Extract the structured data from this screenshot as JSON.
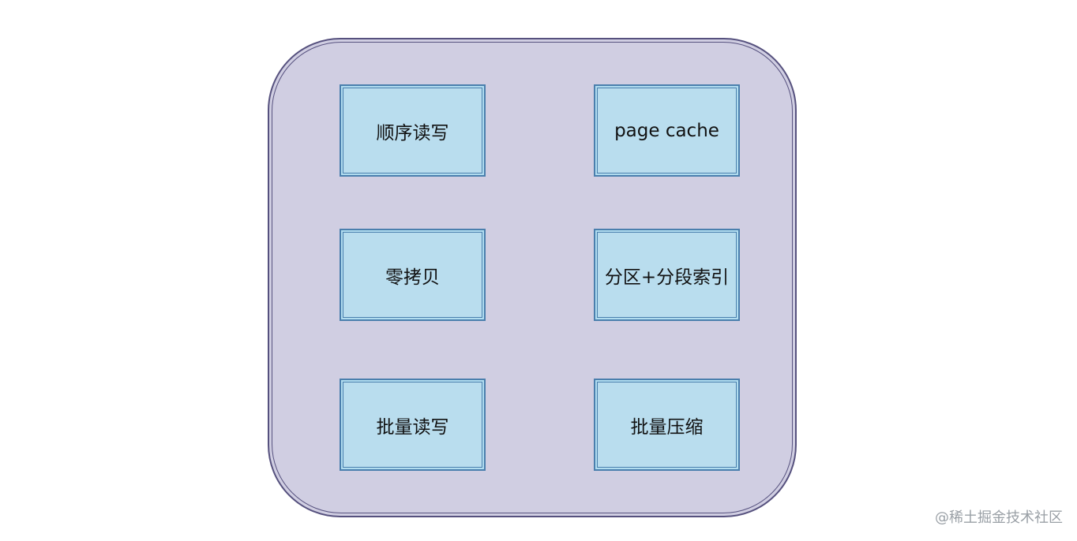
{
  "diagram": {
    "boxes": [
      {
        "label": "顺序读写"
      },
      {
        "label": "page cache"
      },
      {
        "label": "零拷贝"
      },
      {
        "label": "分区+分段索引"
      },
      {
        "label": "批量读写"
      },
      {
        "label": "批量压缩"
      }
    ]
  },
  "watermark": "@稀土掘金技术社区",
  "colors": {
    "container_fill": "#d0cee2",
    "container_border": "#56517e",
    "box_fill": "#b1ddf0",
    "box_border": "#4a7fad"
  }
}
